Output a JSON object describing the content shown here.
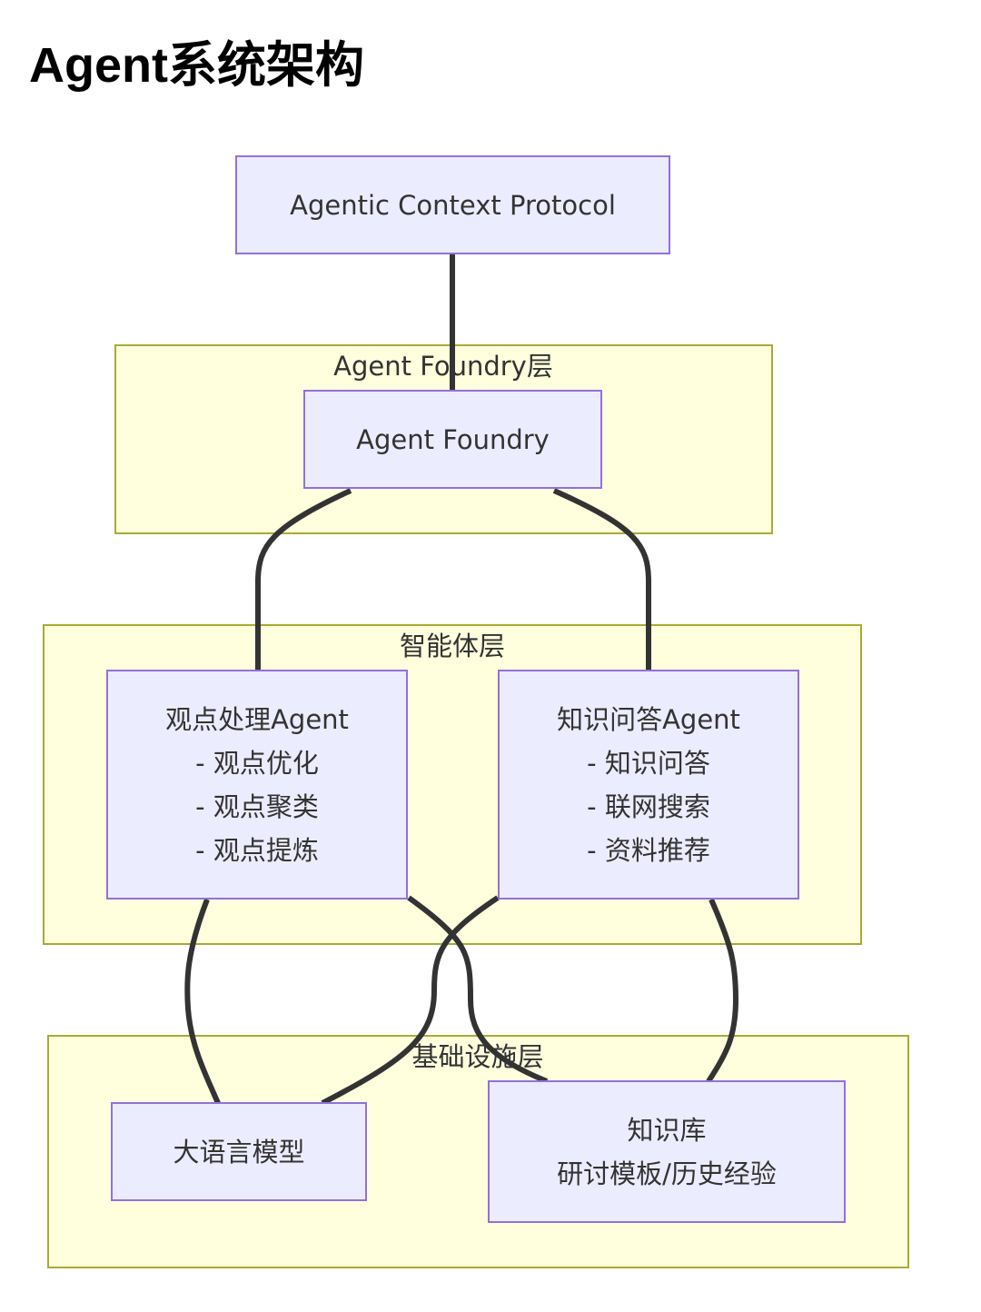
{
  "title": "Agent系统架构",
  "clusters": {
    "foundry_layer": "Agent Foundry层",
    "agent_layer": "智能体层",
    "infra_layer": "基础设施层"
  },
  "nodes": {
    "acp": {
      "lines": [
        "Agentic Context Protocol"
      ]
    },
    "foundry": {
      "lines": [
        "Agent Foundry"
      ]
    },
    "viewpoint_agent": {
      "lines": [
        "观点处理Agent",
        "- 观点优化",
        "- 观点聚类",
        "- 观点提炼"
      ]
    },
    "qa_agent": {
      "lines": [
        "知识问答Agent",
        "- 知识问答",
        "- 联网搜索",
        "- 资料推荐"
      ]
    },
    "llm": {
      "lines": [
        "大语言模型"
      ]
    },
    "knowledge_base": {
      "lines": [
        "知识库",
        "研讨模板/历史经验"
      ]
    }
  },
  "edges": [
    {
      "from": "acp",
      "to": "foundry"
    },
    {
      "from": "foundry",
      "to": "viewpoint_agent"
    },
    {
      "from": "foundry",
      "to": "qa_agent"
    },
    {
      "from": "viewpoint_agent",
      "to": "llm"
    },
    {
      "from": "viewpoint_agent",
      "to": "knowledge_base"
    },
    {
      "from": "qa_agent",
      "to": "llm"
    },
    {
      "from": "qa_agent",
      "to": "knowledge_base"
    }
  ],
  "colors": {
    "node_fill": "#ececff",
    "node_stroke": "#9370db",
    "cluster_fill": "#ffffde",
    "cluster_stroke": "#aaaa33",
    "edge": "#333333",
    "text": "#333333"
  }
}
